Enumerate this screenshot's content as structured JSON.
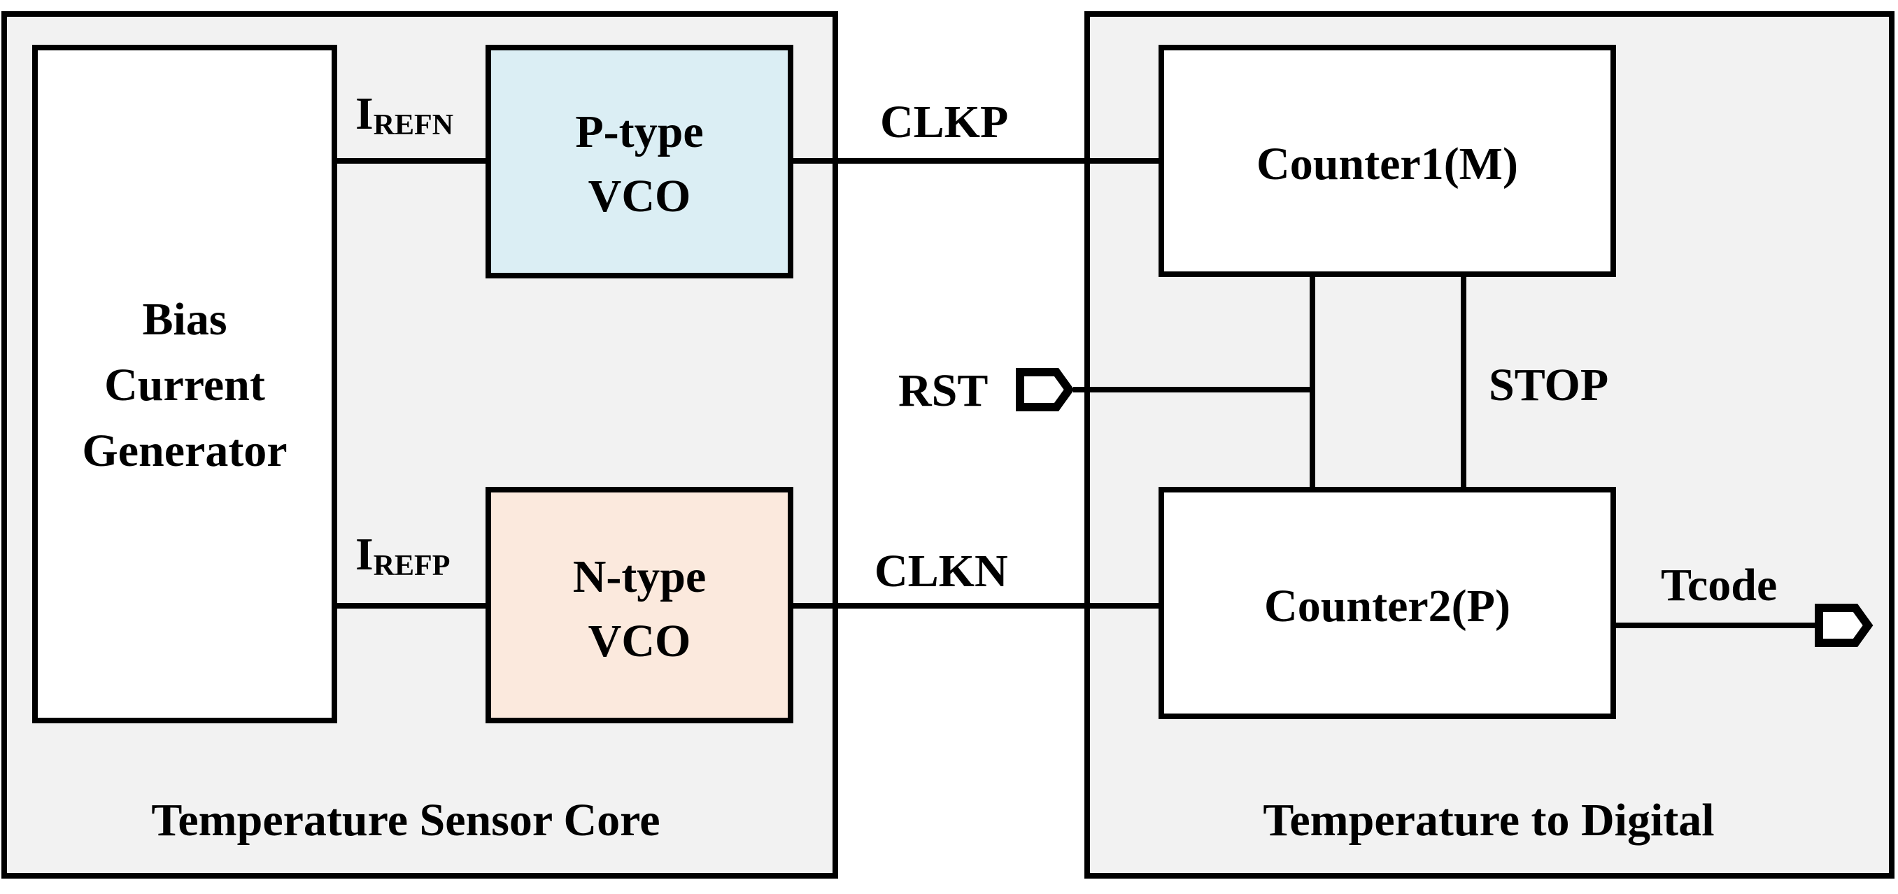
{
  "colors": {
    "panel_fill": "#f2f2f2",
    "p_vco_fill": "#dbeef4",
    "n_vco_fill": "#fbe9dd",
    "block_fill": "#ffffff",
    "stroke": "#000000"
  },
  "panels": {
    "core_title": "Temperature Sensor Core",
    "digital_title": "Temperature to Digital"
  },
  "blocks": {
    "bias_line1": "Bias",
    "bias_line2": "Current",
    "bias_line3": "Generator",
    "pvco_line1": "P-type",
    "pvco_line2": "VCO",
    "nvco_line1": "N-type",
    "nvco_line2": "VCO",
    "counter1": "Counter1(M)",
    "counter2": "Counter2(P)"
  },
  "signals": {
    "irefn_main": "I",
    "irefn_sub": "REFN",
    "irefp_main": "I",
    "irefp_sub": "REFP",
    "clkp": "CLKP",
    "clkn": "CLKN",
    "rst": "RST",
    "stop": "STOP",
    "tcode": "Tcode"
  }
}
